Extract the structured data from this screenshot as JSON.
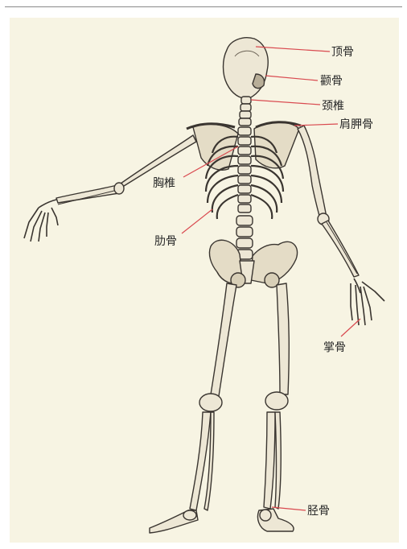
{
  "labels": {
    "parietal": "顶骨",
    "temporal": "颧骨",
    "cervical": "颈椎",
    "scapula": "肩胛骨",
    "thoracic": "胸椎",
    "ribs": "肋骨",
    "metacarpal": "掌骨",
    "tibia": "胫骨"
  },
  "colors": {
    "leader_line": "#d9494f",
    "bone_fill": "#ede7d5",
    "bone_stroke": "#3a3530",
    "shadow": "#6e6558",
    "background": "#f7f4e3"
  }
}
